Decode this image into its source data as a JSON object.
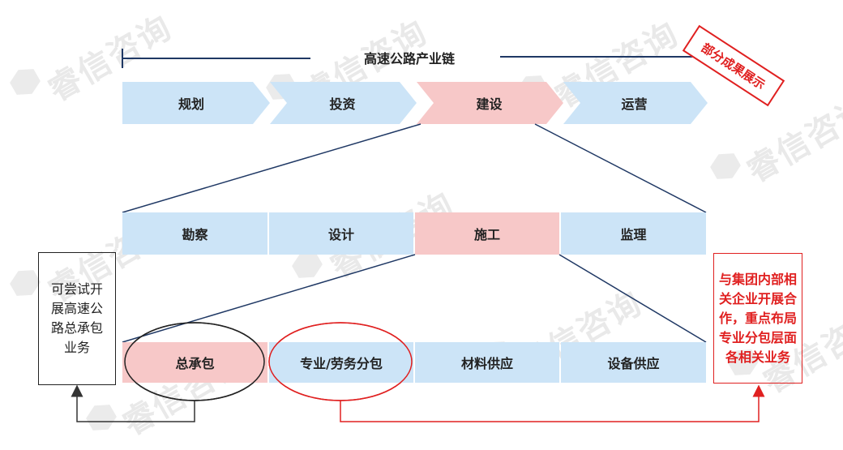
{
  "watermark": "睿信咨询",
  "chain": {
    "title": "高速公路产业链",
    "stages": [
      {
        "label": "规划",
        "highlight": false
      },
      {
        "label": "投资",
        "highlight": false
      },
      {
        "label": "建设",
        "highlight": true
      },
      {
        "label": "运营",
        "highlight": false
      }
    ]
  },
  "construction": {
    "phases": [
      {
        "label": "勘察",
        "highlight": false
      },
      {
        "label": "设计",
        "highlight": false
      },
      {
        "label": "施工",
        "highlight": true
      },
      {
        "label": "监理",
        "highlight": false
      }
    ]
  },
  "execution": {
    "items": [
      {
        "label": "总承包",
        "highlight": true
      },
      {
        "label": "专业/劳务分包",
        "highlight": false
      },
      {
        "label": "材料供应",
        "highlight": false
      },
      {
        "label": "设备供应",
        "highlight": false
      }
    ]
  },
  "left_note": "可尝试开展高速公路总承包业务",
  "right_note": "与集团内部相关企业开展合作，重点布局专业分包层面各相关业务",
  "stamp": "部分成果展示",
  "colors": {
    "blue_fill": "#cce4f7",
    "pink_fill": "#f7c8c8",
    "line": "#1f3864",
    "red": "#e02020",
    "dark": "#222222"
  }
}
